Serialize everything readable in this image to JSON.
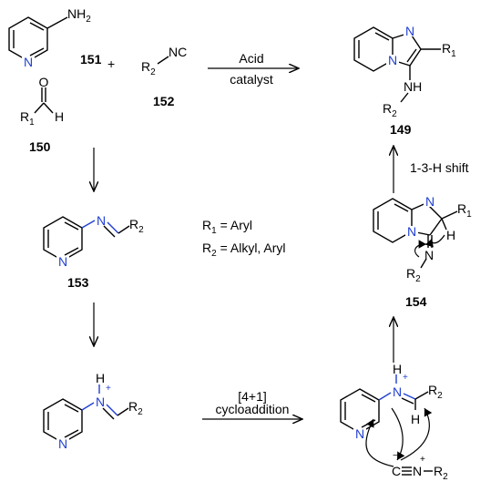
{
  "compounds": {
    "aminopyridine": {
      "number": "151",
      "substituent": "NH",
      "subscript": "2",
      "n_atom": "N"
    },
    "isocyanide": {
      "number": "152",
      "r_prefix": "R",
      "r_sub": "2",
      "group": "NC"
    },
    "aldehyde": {
      "number": "150",
      "r_label": "R",
      "r_sub": "1",
      "h_label": "H",
      "o_label": "O"
    },
    "product": {
      "number": "149",
      "r1": "R",
      "r1_sub": "1",
      "nh": "NH",
      "r2": "R",
      "r2_sub": "2",
      "n_atom": "N"
    },
    "imine": {
      "number": "153",
      "n_atom": "N",
      "r2": "R",
      "r2_sub": "2"
    },
    "iminium": {
      "h_label": "H",
      "plus": "+",
      "n_atom": "N",
      "r2": "R",
      "r2_sub": "2"
    },
    "intermediate_154": {
      "number": "154",
      "r1": "R",
      "r1_sub": "1",
      "h_label": "H",
      "n_atom": "N",
      "r2": "R",
      "r2_sub": "2"
    },
    "complex": {
      "h_label": "H",
      "plus": "+",
      "n_atom": "N",
      "r2": "R",
      "r2_sub": "2",
      "h2": "H",
      "isocyanide_c": "C",
      "isocyanide_minus": "−",
      "isocyanide_n": "N",
      "isocyanide_plus": "+",
      "isocyanide_r": "R",
      "isocyanide_r_sub": "2"
    }
  },
  "plus_sign": "+",
  "substituent_defs": {
    "r1": {
      "r": "R",
      "sub": "1",
      "text": " = Aryl"
    },
    "r2": {
      "r": "R",
      "sub": "2",
      "text": " = Alkyl, Aryl"
    }
  },
  "arrows": {
    "acid": {
      "line1": "Acid",
      "line2": "catalyst"
    },
    "cyclo": {
      "line1": "[4+1]",
      "line2": "cycloaddition"
    },
    "shift": {
      "label": "1-3-H shift"
    }
  },
  "colors": {
    "nitrogen": "#1f3fd1",
    "bond": "#000000"
  }
}
